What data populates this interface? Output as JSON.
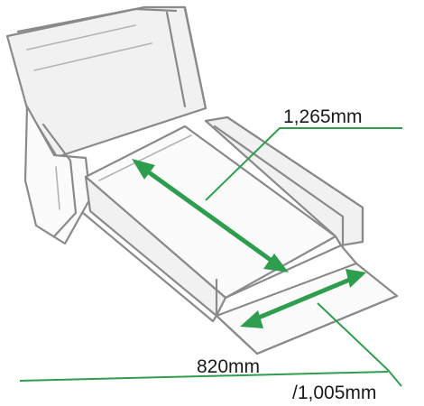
{
  "diagram": {
    "labels": {
      "length": "1,265mm",
      "width": "820mm",
      "extended_length": "/1,005mm"
    },
    "colors": {
      "dimension_arrow": "#2e9e4e",
      "outline": "#8a8a8a",
      "label_text": "#1a1a1a"
    }
  }
}
